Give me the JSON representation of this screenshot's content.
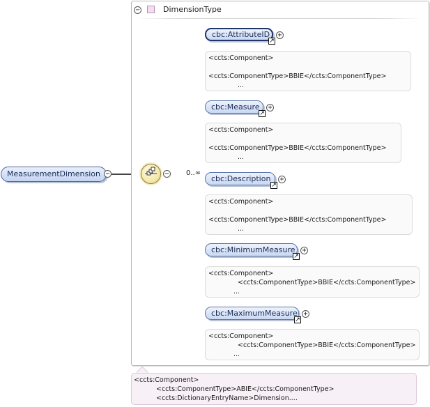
{
  "type_box": {
    "name": "DimensionType",
    "collapse_symbol": "−"
  },
  "root": {
    "name": "MeasurementDimension",
    "collapse_symbol": "−"
  },
  "sequence": {
    "collapse_symbol": "−",
    "cardinality": "0..∞"
  },
  "link_symbol": "↗",
  "expand_symbol": "+",
  "elements": [
    {
      "name": "cbc:AttributeID",
      "doc": [
        "<ccts:Component>",
        "",
        "<ccts:ComponentType>BBIE</ccts:ComponentType>",
        "..."
      ]
    },
    {
      "name": "cbc:Measure",
      "doc": [
        "<ccts:Component>",
        "",
        "<ccts:ComponentType>BBIE</ccts:ComponentType>",
        "..."
      ]
    },
    {
      "name": "cbc:Description",
      "doc": [
        "<ccts:Component>",
        "",
        "<ccts:ComponentType>BBIE</ccts:ComponentType>",
        "..."
      ]
    },
    {
      "name": "cbc:MinimumMeasure",
      "doc": [
        "<ccts:Component>",
        "<ccts:ComponentType>BBIE</ccts:ComponentType>",
        "..."
      ]
    },
    {
      "name": "cbc:MaximumMeasure",
      "doc": [
        "<ccts:Component>",
        "<ccts:ComponentType>BBIE</ccts:ComponentType>",
        "..."
      ]
    }
  ],
  "type_doc": [
    "<ccts:Component>",
    "<ccts:ComponentType>ABIE</ccts:ComponentType>",
    "<ccts:DictionaryEntryName>Dimension...."
  ],
  "colors": {
    "element_fill": "#c9d8f3",
    "element_border": "#5c78a8",
    "sequence_fill": "#ecdc8a",
    "type_doc_fill": "#f8f0f7"
  }
}
